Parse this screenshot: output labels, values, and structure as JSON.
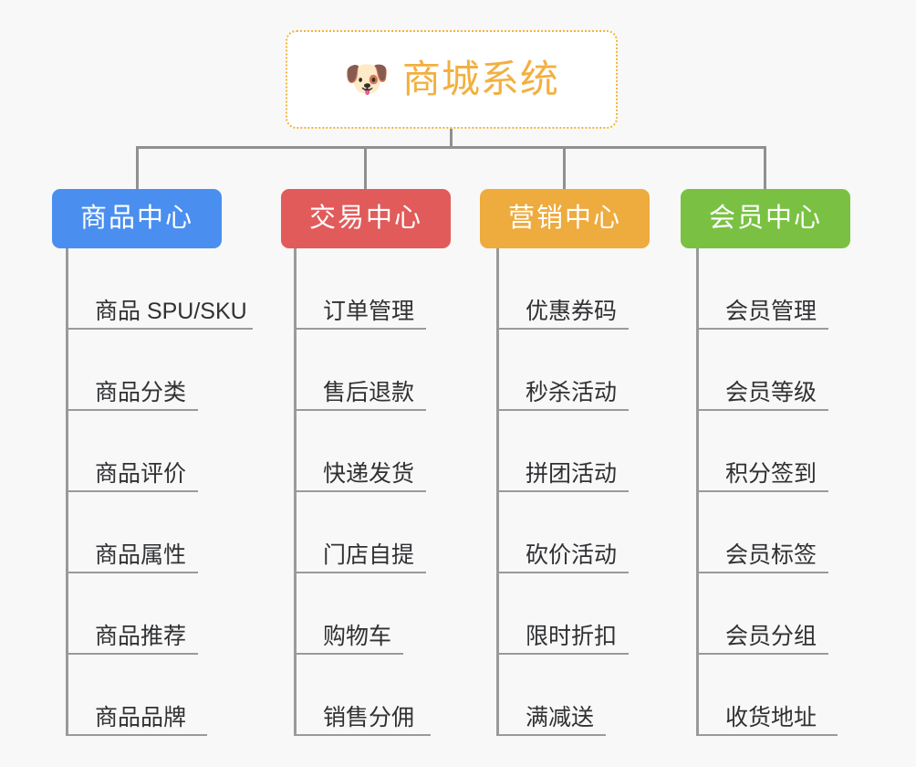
{
  "diagram": {
    "type": "mind-map",
    "background_color": "#f8f8f8",
    "root": {
      "icon": "dog-face-emoji",
      "icon_glyph": "🐶",
      "title": "商城系统",
      "text_color": "#f2b040",
      "border_color": "#f2b33d",
      "background_color": "#ffffff"
    },
    "connector_color": "#909090",
    "branches": [
      {
        "label": "商品中心",
        "color": "#4a8ff0",
        "items": [
          "商品 SPU/SKU",
          "商品分类",
          "商品评价",
          "商品属性",
          "商品推荐",
          "商品品牌"
        ]
      },
      {
        "label": "交易中心",
        "color": "#e15b5b",
        "items": [
          "订单管理",
          "售后退款",
          "快递发货",
          "门店自提",
          "购物车",
          "销售分佣"
        ]
      },
      {
        "label": "营销中心",
        "color": "#eeab3e",
        "items": [
          "优惠券码",
          "秒杀活动",
          "拼团活动",
          "砍价活动",
          "限时折扣",
          "满减送"
        ]
      },
      {
        "label": "会员中心",
        "color": "#7ac143",
        "items": [
          "会员管理",
          "会员等级",
          "积分签到",
          "会员标签",
          "会员分组",
          "收货地址"
        ]
      }
    ]
  }
}
